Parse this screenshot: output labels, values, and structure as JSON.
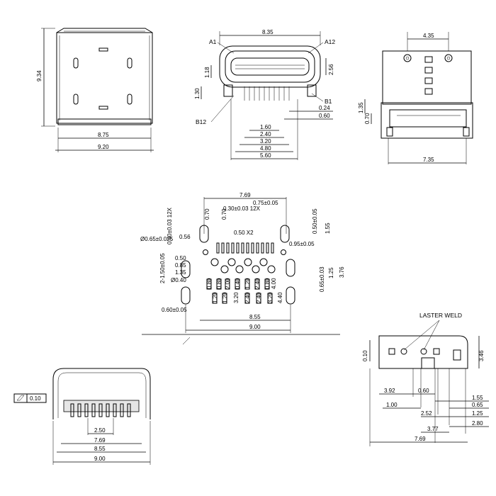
{
  "views": {
    "front": {
      "height": "9.34",
      "inner_width": "8.75",
      "outer_width": "9.20"
    },
    "top": {
      "width": "8.35",
      "pin_a1": "A1",
      "pin_a12": "A12",
      "pin_b1": "B1",
      "pin_b12": "B12",
      "d_2_56": "2.56",
      "d_1_18": "1.18",
      "d_1_30": "1.30",
      "d_0_24": "0.24",
      "d_0_60": "0.60",
      "widths": [
        "1.60",
        "2.40",
        "3.20",
        "4.80",
        "5.60"
      ]
    },
    "right": {
      "top": "4.35",
      "d_1_35": "1.35",
      "d_0_70": "0.70",
      "bottom": "7.35"
    },
    "footprint": {
      "width_top": "7.69",
      "d_075": "0.75±0.05",
      "d_030": "0.30±0.03  12X",
      "d_060": "0.60±0.03  12X",
      "d_070a": "0.70",
      "d_070b": "0.70",
      "d_050a": "0.50±0.05",
      "d_155": "1.55",
      "d_050x2": "0.50  X2",
      "d_065_025": "Ø0.65±0.025",
      "d_095": "0.95±0.05",
      "d_056": "0.56",
      "d_150": "2-1.50±0.05",
      "d_050b": "0.50",
      "d_085": "0.85",
      "d_135": "1.35",
      "d_040": "Ø0.40",
      "d_065": "0.65±0.03",
      "d_125": "1.25",
      "d_376": "3.76",
      "d_060b": "0.60±0.05",
      "width_855": "8.55",
      "width_900": "9.00",
      "pad_labels": [
        "0.80",
        "1.20",
        "1.20",
        "2.40",
        "2.40",
        "0.80",
        "2.00",
        "0.40",
        "1.20",
        "2.40",
        "0.80",
        "3.20",
        "3.20",
        "4.00",
        "4.40"
      ]
    },
    "bottom": {
      "flatness": "0.10",
      "w_250": "2.50",
      "w_769": "7.69",
      "w_855": "8.55",
      "w_900": "9.00"
    },
    "side": {
      "laser": "LASTER WELD",
      "d_010": "0.10",
      "d_346": "3.46",
      "d_392": "3.92",
      "d_060": "0.60",
      "d_155": "1.55",
      "d_065": "0.65",
      "d_100": "1.00",
      "d_252": "2.52",
      "d_125": "1.25",
      "d_377": "3.77",
      "d_280": "2.80",
      "d_769": "7.69"
    }
  }
}
